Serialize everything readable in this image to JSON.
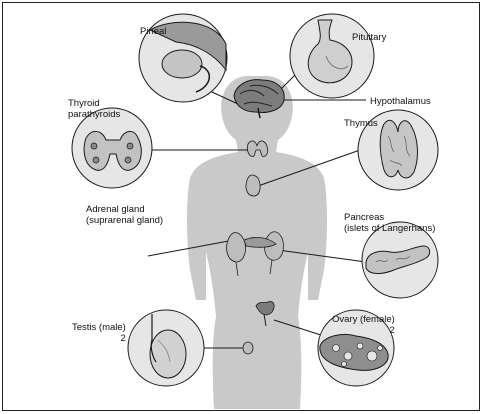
{
  "labels": {
    "pineal": "Pineal",
    "pituitary": "Pituitary",
    "hypothalamus": "Hypothalamus",
    "thyroid": [
      "Thyroid",
      "parathyroids"
    ],
    "thymus": "Thymus",
    "adrenal": [
      "Adrenal gland",
      "(suprarenal gland)"
    ],
    "pancreas": [
      "Pancreas",
      "(islets of Langerhans)"
    ],
    "testis": [
      "Testis (male)",
      "2"
    ],
    "ovary": [
      "Ovary (female)",
      "2"
    ]
  },
  "colors": {
    "ink": "#1a1a1a",
    "silhouette": "#c9c9c9",
    "circle_fill": "#e6e6e6",
    "gland_fill": "#bdbdbd",
    "gland_dark": "#6e6e6e",
    "background": "#ffffff"
  }
}
